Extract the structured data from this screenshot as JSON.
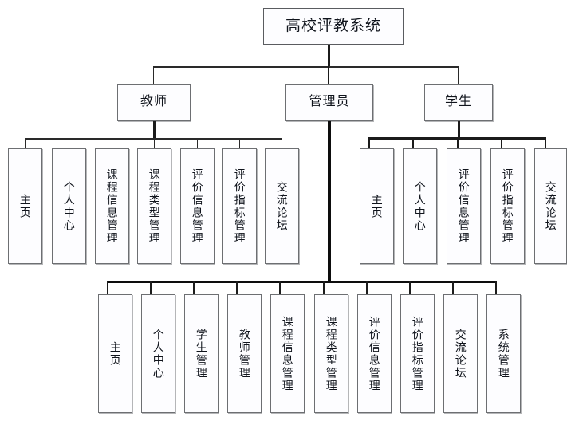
{
  "diagram": {
    "title": "高校评教系统",
    "type": "org-chart",
    "root": {
      "label": "高校评教系统"
    },
    "branches": [
      {
        "key": "teacher",
        "label": "教师",
        "children": [
          {
            "label": "主页"
          },
          {
            "label": "个人中心"
          },
          {
            "label": "课程信息管理"
          },
          {
            "label": "课程类型管理"
          },
          {
            "label": "评价信息管理"
          },
          {
            "label": "评价指标管理"
          },
          {
            "label": "交流论坛"
          }
        ]
      },
      {
        "key": "admin",
        "label": "管理员",
        "children": [
          {
            "label": "主页"
          },
          {
            "label": "个人中心"
          },
          {
            "label": "学生管理"
          },
          {
            "label": "教师管理"
          },
          {
            "label": "课程信息管理"
          },
          {
            "label": "课程类型管理"
          },
          {
            "label": "评价信息管理"
          },
          {
            "label": "评价指标管理"
          },
          {
            "label": "交流论坛"
          },
          {
            "label": "系统管理"
          }
        ]
      },
      {
        "key": "student",
        "label": "学生",
        "children": [
          {
            "label": "主页"
          },
          {
            "label": "个人中心"
          },
          {
            "label": "评价信息管理"
          },
          {
            "label": "评价指标管理"
          },
          {
            "label": "交流论坛"
          }
        ]
      }
    ],
    "colors": {
      "box_fill": "#fdfdff",
      "box_border": "#6d6f72",
      "line": "#1b1b1b",
      "text": "#10141c",
      "background": "#ffffff"
    }
  }
}
